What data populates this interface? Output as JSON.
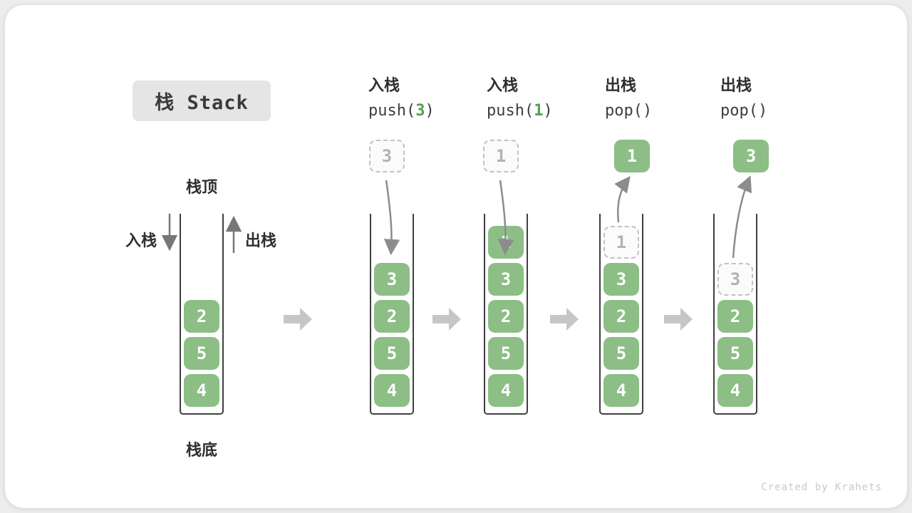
{
  "title": {
    "label": "栈 Stack"
  },
  "labels": {
    "stack_top": "栈顶",
    "stack_bottom": "栈底",
    "push_side": "入栈",
    "pop_side": "出栈"
  },
  "operations": [
    {
      "name": "入栈",
      "code_pre": "push(",
      "code_arg": "3",
      "code_post": ")"
    },
    {
      "name": "入栈",
      "code_pre": "push(",
      "code_arg": "1",
      "code_post": ")"
    },
    {
      "name": "出栈",
      "code_pre": "pop(",
      "code_arg": "",
      "code_post": ")"
    },
    {
      "name": "出栈",
      "code_pre": "pop(",
      "code_arg": "",
      "code_post": ")"
    }
  ],
  "floating_cells": [
    {
      "value": "3",
      "style": "dashed",
      "meaning": "element-to-push"
    },
    {
      "value": "1",
      "style": "dashed",
      "meaning": "element-to-push"
    },
    {
      "value": "1",
      "style": "solid",
      "meaning": "popped-element"
    },
    {
      "value": "3",
      "style": "solid",
      "meaning": "popped-element"
    }
  ],
  "stacks": [
    {
      "ghost": null,
      "cells": [
        "2",
        "5",
        "4"
      ]
    },
    {
      "ghost": null,
      "cells": [
        "3",
        "2",
        "5",
        "4"
      ]
    },
    {
      "ghost": null,
      "cells": [
        "1",
        "3",
        "2",
        "5",
        "4"
      ]
    },
    {
      "ghost": "1",
      "cells": [
        "3",
        "2",
        "5",
        "4"
      ]
    },
    {
      "ghost": "3",
      "cells": [
        "2",
        "5",
        "4"
      ]
    }
  ],
  "watermark": "Created by Krahets",
  "colors": {
    "cell_green": "#8CBE85",
    "code_arg_green": "#53A04E",
    "ghost_text_gray": "#B3B3B3",
    "curve_arrow_gray": "#8C8C8C",
    "block_arrow_gray": "#C6C6C6",
    "title_badge_bg": "#E5E5E5",
    "wall_dark": "#3F3F3F"
  }
}
